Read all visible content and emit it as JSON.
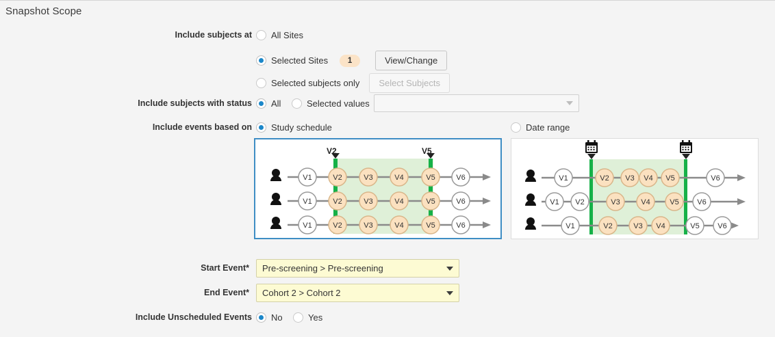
{
  "page": {
    "title": "Snapshot Scope"
  },
  "sites": {
    "label": "Include subjects at",
    "options": [
      {
        "label": "All Sites",
        "selected": false
      },
      {
        "label": "Selected Sites",
        "selected": true
      },
      {
        "label": "Selected subjects only",
        "selected": false
      }
    ],
    "badge_count": "1",
    "view_change_button": "View/Change",
    "select_subjects_button": "Select Subjects"
  },
  "status": {
    "label": "Include subjects with status",
    "options": [
      {
        "label": "All",
        "selected": true
      },
      {
        "label": "Selected values",
        "selected": false
      }
    ],
    "dropdown_value": "",
    "dropdown_placeholder": ""
  },
  "events_based_on": {
    "label": "Include events based on",
    "options": [
      {
        "label": "Study schedule",
        "selected": true
      },
      {
        "label": "Date range",
        "selected": false
      }
    ]
  },
  "diagrams": {
    "study_schedule": {
      "name": "study-schedule-diagram",
      "selected": true,
      "markers": [
        {
          "label": "V2",
          "type": "text"
        },
        {
          "label": "V5",
          "type": "text"
        }
      ],
      "rows": [
        {
          "nodes": [
            "V1",
            "V2",
            "V3",
            "V4",
            "V5",
            "V6"
          ],
          "highlighted": [
            "V2",
            "V3",
            "V4",
            "V5"
          ]
        },
        {
          "nodes": [
            "V1",
            "V2",
            "V3",
            "V4",
            "V5",
            "V6"
          ],
          "highlighted": [
            "V2",
            "V3",
            "V4",
            "V5"
          ]
        },
        {
          "nodes": [
            "V1",
            "V2",
            "V3",
            "V4",
            "V5",
            "V6"
          ],
          "highlighted": [
            "V2",
            "V3",
            "V4",
            "V5"
          ]
        }
      ]
    },
    "date_range": {
      "name": "date-range-diagram",
      "selected": false,
      "markers": [
        {
          "label": "calendar-icon",
          "type": "icon"
        },
        {
          "label": "calendar-icon",
          "type": "icon"
        }
      ],
      "rows": [
        {
          "nodes": [
            "V1",
            "V2",
            "V3",
            "V4",
            "V5",
            "V6"
          ],
          "highlighted": [
            "V2",
            "V3",
            "V4",
            "V5"
          ]
        },
        {
          "nodes": [
            "V1",
            "V2",
            "V3",
            "V4",
            "V5",
            "V6"
          ],
          "highlighted": [
            "V3",
            "V4",
            "V5"
          ]
        },
        {
          "nodes": [
            "V1",
            "V2",
            "V3",
            "V4",
            "V5",
            "V6"
          ],
          "highlighted": [
            "V2",
            "V3",
            "V4"
          ]
        }
      ]
    }
  },
  "start_event": {
    "label": "Start Event*",
    "value": "Pre-screening > Pre-screening"
  },
  "end_event": {
    "label": "End Event*",
    "value": "Cohort 2 > Cohort 2"
  },
  "unscheduled": {
    "label": "Include Unscheduled Events",
    "options": [
      {
        "label": "No",
        "selected": true
      },
      {
        "label": "Yes",
        "selected": false
      }
    ]
  },
  "colors": {
    "accent_blue": "#1b87c9",
    "panel_selected_border": "#3e8dc4",
    "node_highlight_fill": "#fbe1c0",
    "band_green": "#dff0d8",
    "marker_green": "#16b148",
    "badge_bg": "#fbe3c7",
    "dropdown_yellow": "#fdfbd3",
    "page_bg": "#f4f4f4"
  }
}
